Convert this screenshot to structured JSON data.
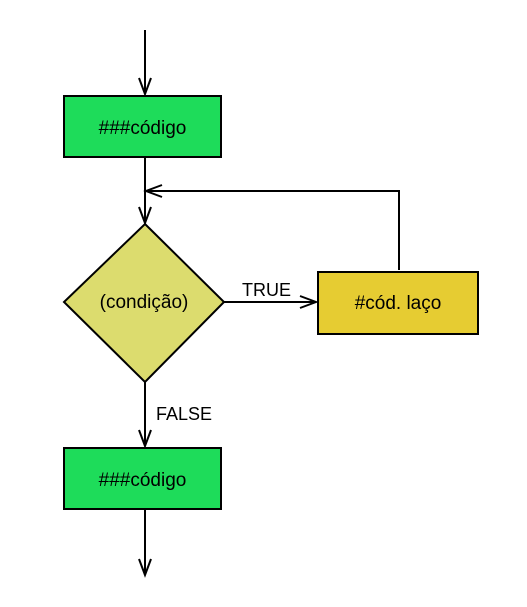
{
  "colors": {
    "process_fill": "#1edc5a",
    "decision_fill": "#dcdc6e",
    "loop_fill": "#e6cc32",
    "stroke": "#000000",
    "background": "#ffffff"
  },
  "nodes": {
    "top_code": "###código",
    "condition": "(condição)",
    "loop_code": "#cód. laço",
    "bottom_code": "###código"
  },
  "edges": {
    "true_label": "TRUE",
    "false_label": "FALSE"
  }
}
